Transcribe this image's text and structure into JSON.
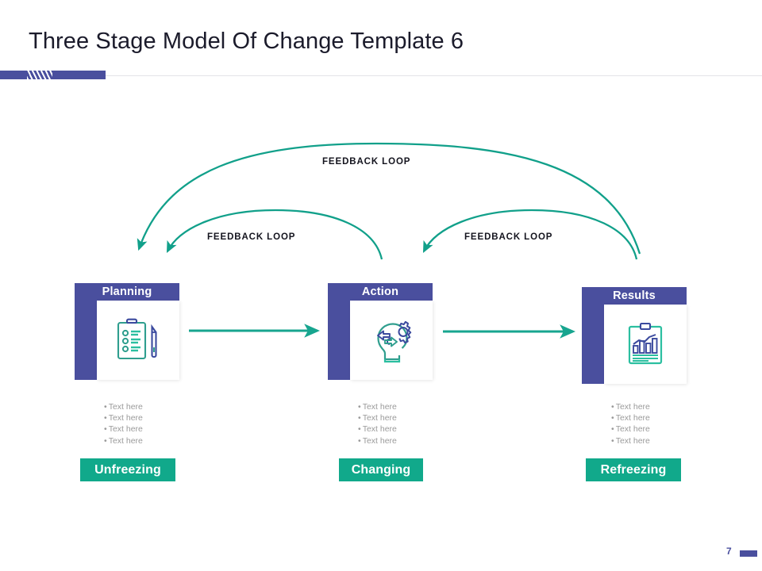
{
  "slide": {
    "title": "Three Stage Model Of Change Template 6",
    "page_number": "7",
    "accent_color": "#4a4f9e",
    "teal_color": "#11a98b",
    "bullet_text_color": "#9a9a9a"
  },
  "loops": [
    {
      "label": "FEEDBACK LOOP",
      "position": "top"
    },
    {
      "label": "FEEDBACK LOOP",
      "position": "middle-left"
    },
    {
      "label": "FEEDBACK LOOP",
      "position": "middle-right"
    }
  ],
  "stages": [
    {
      "title": "Planning",
      "icon": "clipboard-checklist-pencil-icon",
      "badge": "Unfreezing",
      "bullets": [
        "Text here",
        "Text here",
        "Text here",
        "Text here"
      ]
    },
    {
      "title": "Action",
      "icon": "head-gear-arrows-icon",
      "badge": "Changing",
      "bullets": [
        "Text here",
        "Text here",
        "Text here",
        "Text here"
      ]
    },
    {
      "title": "Results",
      "icon": "clipboard-bar-chart-icon",
      "badge": "Refreezing",
      "bullets": [
        "Text here",
        "Text here",
        "Text here",
        "Text here"
      ]
    }
  ],
  "flow_arrows": [
    {
      "name": "arrow-planning-to-action"
    },
    {
      "name": "arrow-action-to-results"
    }
  ],
  "bullet_marker": "•"
}
